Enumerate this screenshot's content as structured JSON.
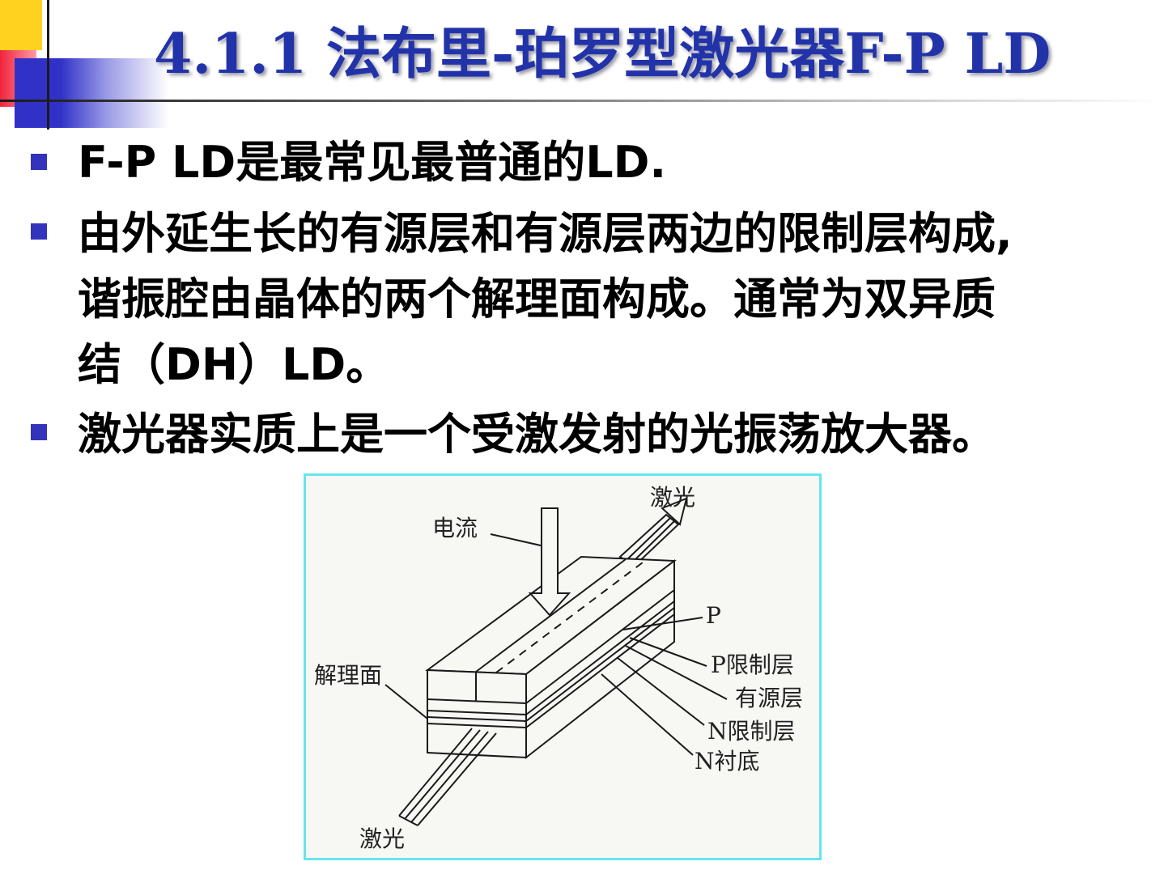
{
  "title": "4.1.1  法布里-珀罗型激光器F-P LD",
  "bullets": [
    {
      "lines": [
        "F-P LD是最常见最普通的LD."
      ]
    },
    {
      "lines": [
        "由外延生长的有源层和有源层两边的限制层构成,",
        "谐振腔由晶体的两个解理面构成。通常为双异质",
        "结（DH）LD。"
      ]
    },
    {
      "lines": [
        "激光器实质上是一个受激发射的光振荡放大器。"
      ]
    }
  ],
  "figure": {
    "labels": {
      "laser_top": "激光",
      "current": "电流",
      "p": "P",
      "cleavage": "解理面",
      "p_cladding": "P限制层",
      "active": "有源层",
      "n_cladding": "N限制层",
      "n_substrate": "N衬底",
      "laser_bottom": "激光"
    }
  },
  "colors": {
    "title": "#2233aa",
    "bullet_marker": "#3333bb",
    "figure_border": "#66e6ee",
    "deco_yellow": "#ffd21f",
    "deco_red": "#f0243c",
    "deco_blue": "#3131c8"
  }
}
